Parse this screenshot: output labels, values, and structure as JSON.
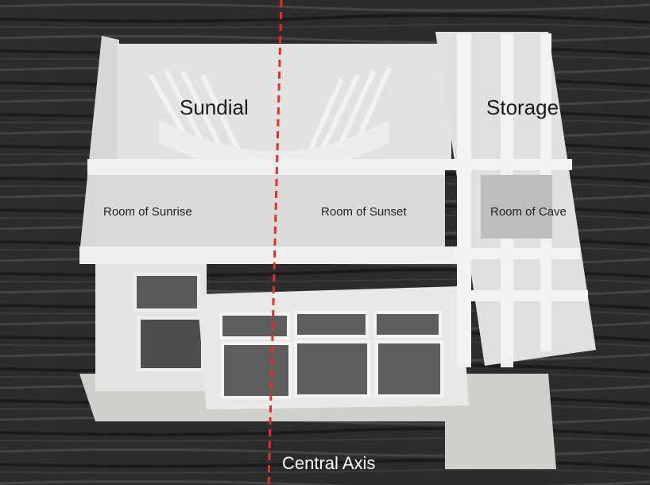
{
  "labels": {
    "sundial": "Sundial",
    "storage": "Storage",
    "room_sunrise": "Room of Sunrise",
    "room_sunset": "Room of Sunset",
    "room_cave": "Room of Cave",
    "central_axis": "Central Axis"
  },
  "colors": {
    "axis_line": "#e0302a",
    "model": "#e6e6e4",
    "wood": "#2e2e2e"
  }
}
